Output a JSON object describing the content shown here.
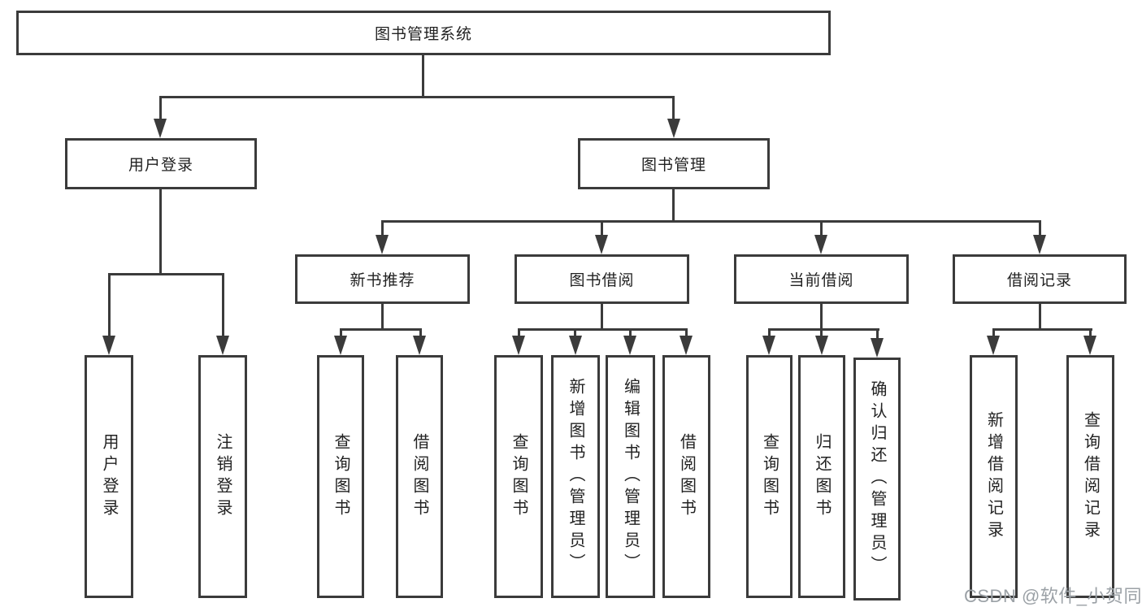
{
  "diagram": {
    "title": "图书管理系统",
    "branches": [
      {
        "label": "用户登录",
        "children": [
          {
            "label": "用户登录"
          },
          {
            "label": "注销登录"
          }
        ]
      },
      {
        "label": "图书管理",
        "sections": [
          {
            "label": "新书推荐",
            "children": [
              {
                "label": "查询图书"
              },
              {
                "label": "借阅图书"
              }
            ]
          },
          {
            "label": "图书借阅",
            "children": [
              {
                "label": "查询图书"
              },
              {
                "label": "新增图书（管理员）"
              },
              {
                "label": "编辑图书（管理员）"
              },
              {
                "label": "借阅图书"
              }
            ]
          },
          {
            "label": "当前借阅",
            "children": [
              {
                "label": "查询图书"
              },
              {
                "label": "归还图书"
              },
              {
                "label": "确认归还（管理员）"
              }
            ]
          },
          {
            "label": "借阅记录",
            "children": [
              {
                "label": "新增借阅记录"
              },
              {
                "label": "查询借阅记录"
              }
            ]
          }
        ]
      }
    ],
    "line_color": "#3b3b3b"
  },
  "watermark": {
    "text": "CSDN @软件_小贺同学"
  }
}
